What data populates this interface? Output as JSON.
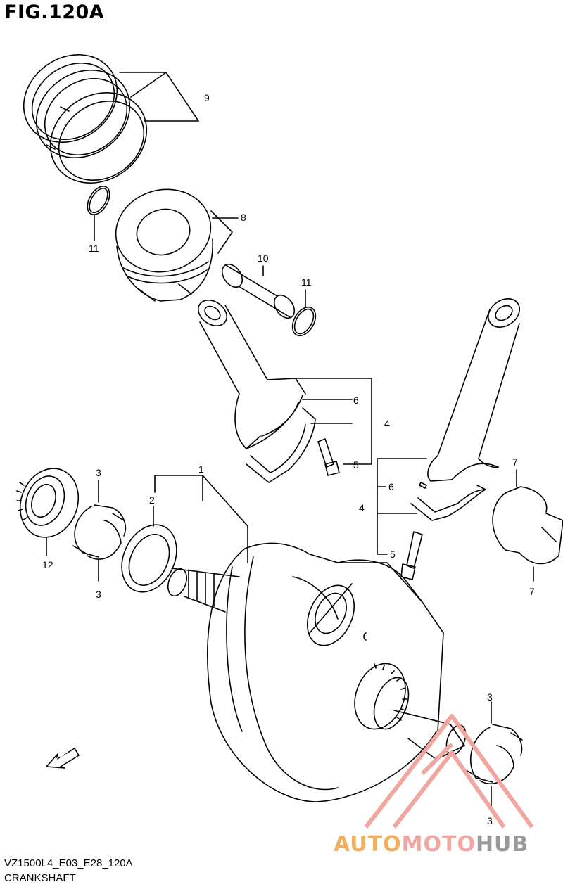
{
  "figure": {
    "title": "FIG.120A"
  },
  "footer": {
    "model_code": "VZ1500L4_E03_E28_120A",
    "section_name": "CRANKSHAFT"
  },
  "callouts": {
    "c1": "1",
    "c2": "2",
    "c3a": "3",
    "c3b": "3",
    "c3c": "3",
    "c3d": "3",
    "c4a": "4",
    "c4b": "4",
    "c5a": "5",
    "c5b": "5",
    "c6a": "6",
    "c6b": "6",
    "c7a": "7",
    "c7b": "7",
    "c8": "8",
    "c9": "9",
    "c10": "10",
    "c11a": "11",
    "c11b": "11",
    "c12": "12"
  },
  "fwd_arrow": {
    "label": "FWD"
  },
  "watermark": {
    "part1": "AUTO",
    "part2": "MOTO",
    "part3": "HUB",
    "colors": {
      "orange": "#f0b060",
      "pink": "#f2a6a0",
      "gray": "#9a9a9a"
    }
  }
}
